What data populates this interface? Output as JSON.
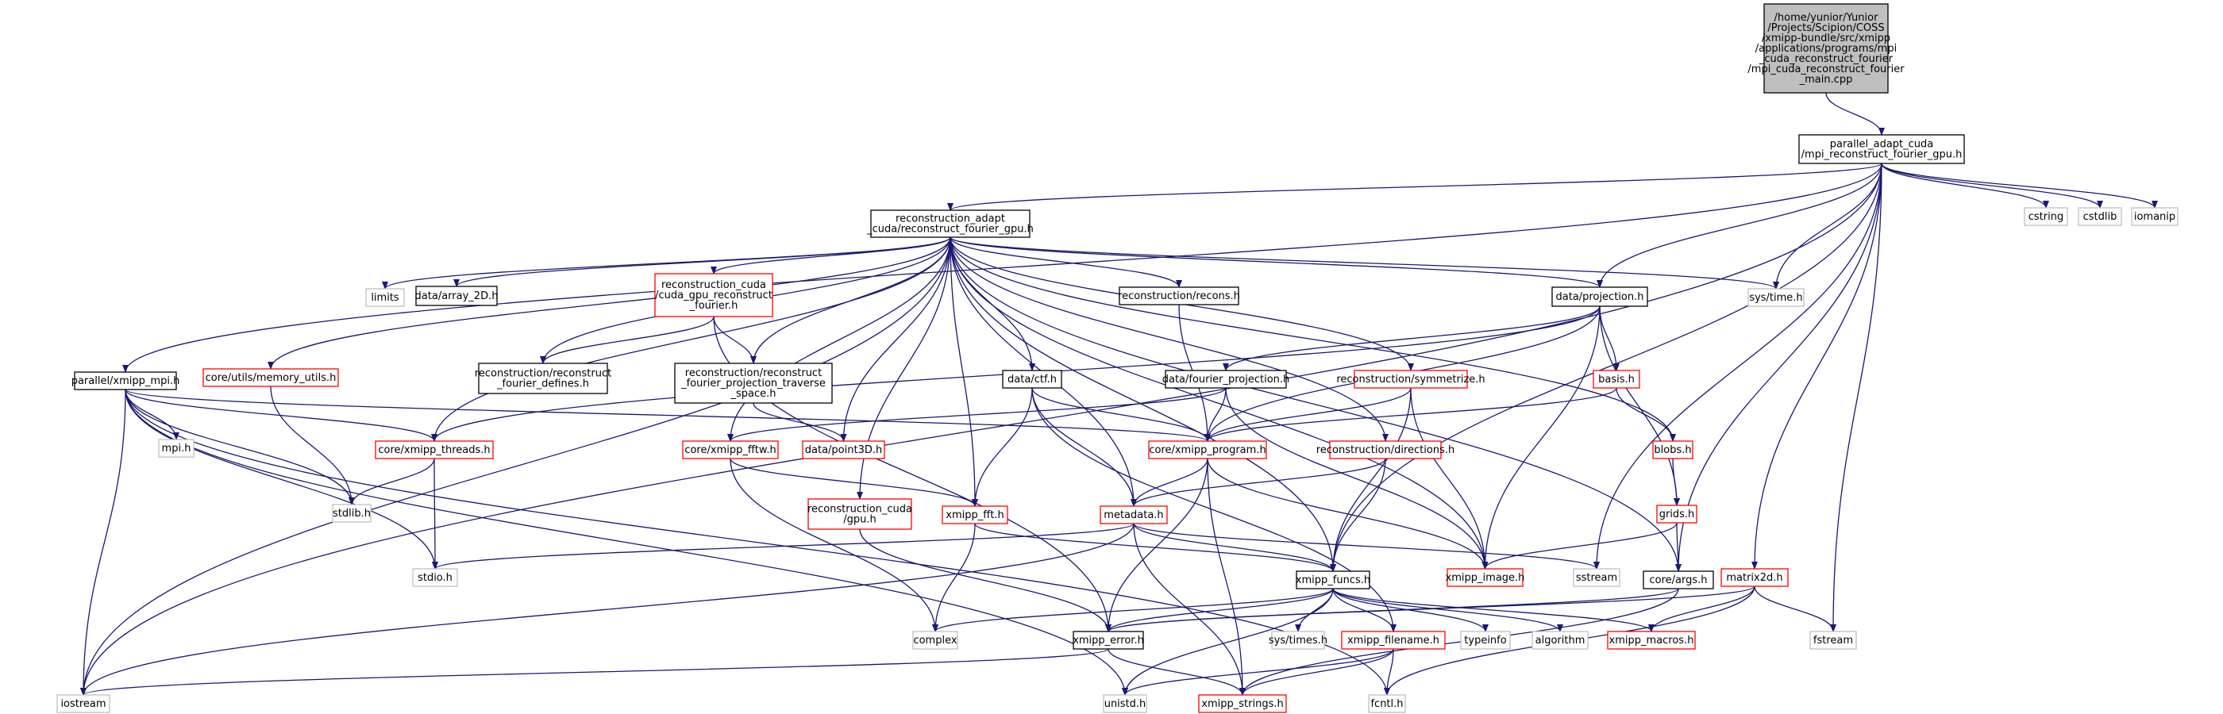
{
  "graph": {
    "colors": {
      "edge": "#191970",
      "root_fill": "#bfbfbf",
      "root_border": "#000000",
      "node_fill": "#ffffff",
      "documented_border": "#000000",
      "truncated_border": "#ff0000",
      "system_border": "#bfbfbf"
    },
    "nodes": [
      {
        "id": "main",
        "kind": "root",
        "lines": [
          "/home/yunior/Yunior",
          "/Projects/Scipion/COSS",
          "/xmipp-bundle/src/xmipp",
          "/applications/programs/mpi",
          "_cuda_reconstruct_fourier",
          "/mpi_cuda_reconstruct_fourier",
          "_main.cpp"
        ]
      },
      {
        "id": "parallel_adapt_cuda",
        "kind": "doc",
        "lines": [
          "parallel_adapt_cuda",
          "/mpi_reconstruct_fourier_gpu.h"
        ]
      },
      {
        "id": "reconstruction_adapt_cuda",
        "kind": "doc",
        "lines": [
          "reconstruction_adapt",
          "_cuda/reconstruct_fourier_gpu.h"
        ]
      },
      {
        "id": "cstring",
        "kind": "sys",
        "lines": [
          "cstring"
        ]
      },
      {
        "id": "cstdlib",
        "kind": "sys",
        "lines": [
          "cstdlib"
        ]
      },
      {
        "id": "iomanip",
        "kind": "sys",
        "lines": [
          "iomanip"
        ]
      },
      {
        "id": "limits",
        "kind": "sys",
        "lines": [
          "limits"
        ]
      },
      {
        "id": "array2d",
        "kind": "doc",
        "lines": [
          "data/array_2D.h"
        ]
      },
      {
        "id": "cuda_gpu_rf",
        "kind": "trunc",
        "lines": [
          "reconstruction_cuda",
          "/cuda_gpu_reconstruct",
          "_fourier.h"
        ]
      },
      {
        "id": "recons",
        "kind": "doc",
        "lines": [
          "reconstruction/recons.h"
        ]
      },
      {
        "id": "projection",
        "kind": "doc",
        "lines": [
          "data/projection.h"
        ]
      },
      {
        "id": "systime",
        "kind": "sys",
        "lines": [
          "sys/time.h"
        ]
      },
      {
        "id": "xmipp_mpi",
        "kind": "doc",
        "lines": [
          "parallel/xmipp_mpi.h"
        ]
      },
      {
        "id": "memory_utils",
        "kind": "trunc",
        "lines": [
          "core/utils/memory_utils.h"
        ]
      },
      {
        "id": "rf_defines",
        "kind": "doc",
        "lines": [
          "reconstruction/reconstruct",
          "_fourier_defines.h"
        ]
      },
      {
        "id": "rf_proj_traverse",
        "kind": "doc",
        "lines": [
          "reconstruction/reconstruct",
          "_fourier_projection_traverse",
          "_space.h"
        ]
      },
      {
        "id": "ctf",
        "kind": "doc",
        "lines": [
          "data/ctf.h"
        ]
      },
      {
        "id": "fourier_projection",
        "kind": "doc",
        "lines": [
          "data/fourier_projection.h"
        ]
      },
      {
        "id": "symmetrize",
        "kind": "trunc",
        "lines": [
          "reconstruction/symmetrize.h"
        ]
      },
      {
        "id": "basis",
        "kind": "trunc",
        "lines": [
          "basis.h"
        ]
      },
      {
        "id": "mpi",
        "kind": "sys",
        "lines": [
          "mpi.h"
        ]
      },
      {
        "id": "xmipp_threads",
        "kind": "trunc",
        "lines": [
          "core/xmipp_threads.h"
        ]
      },
      {
        "id": "xmipp_fftw",
        "kind": "trunc",
        "lines": [
          "core/xmipp_fftw.h"
        ]
      },
      {
        "id": "point3d",
        "kind": "trunc",
        "lines": [
          "data/point3D.h"
        ]
      },
      {
        "id": "xmipp_program",
        "kind": "trunc",
        "lines": [
          "core/xmipp_program.h"
        ]
      },
      {
        "id": "directions",
        "kind": "trunc",
        "lines": [
          "reconstruction/directions.h"
        ]
      },
      {
        "id": "blobs",
        "kind": "trunc",
        "lines": [
          "blobs.h"
        ]
      },
      {
        "id": "stdlib",
        "kind": "sys",
        "lines": [
          "stdlib.h"
        ]
      },
      {
        "id": "cuda_gpu",
        "kind": "trunc",
        "lines": [
          "reconstruction_cuda",
          "/gpu.h"
        ]
      },
      {
        "id": "xmipp_fft",
        "kind": "trunc",
        "lines": [
          "xmipp_fft.h"
        ]
      },
      {
        "id": "metadata",
        "kind": "trunc",
        "lines": [
          "metadata.h"
        ]
      },
      {
        "id": "grids",
        "kind": "trunc",
        "lines": [
          "grids.h"
        ]
      },
      {
        "id": "stdio",
        "kind": "sys",
        "lines": [
          "stdio.h"
        ]
      },
      {
        "id": "xmipp_image",
        "kind": "trunc",
        "lines": [
          "xmipp_image.h"
        ]
      },
      {
        "id": "sstream",
        "kind": "sys",
        "lines": [
          "sstream"
        ]
      },
      {
        "id": "xmipp_funcs",
        "kind": "doc",
        "lines": [
          "xmipp_funcs.h"
        ]
      },
      {
        "id": "core_args",
        "kind": "doc",
        "lines": [
          "core/args.h"
        ]
      },
      {
        "id": "matrix2d",
        "kind": "trunc",
        "lines": [
          "matrix2d.h"
        ]
      },
      {
        "id": "complex",
        "kind": "sys",
        "lines": [
          "complex"
        ]
      },
      {
        "id": "xmipp_error",
        "kind": "doc",
        "lines": [
          "xmipp_error.h"
        ]
      },
      {
        "id": "systimes",
        "kind": "sys",
        "lines": [
          "sys/times.h"
        ]
      },
      {
        "id": "xmipp_filename",
        "kind": "trunc",
        "lines": [
          "xmipp_filename.h"
        ]
      },
      {
        "id": "typeinfo",
        "kind": "sys",
        "lines": [
          "typeinfo"
        ]
      },
      {
        "id": "algorithm",
        "kind": "sys",
        "lines": [
          "algorithm"
        ]
      },
      {
        "id": "xmipp_macros",
        "kind": "trunc",
        "lines": [
          "xmipp_macros.h"
        ]
      },
      {
        "id": "fstream",
        "kind": "sys",
        "lines": [
          "fstream"
        ]
      },
      {
        "id": "iostream",
        "kind": "sys",
        "lines": [
          "iostream"
        ]
      },
      {
        "id": "unistd",
        "kind": "sys",
        "lines": [
          "unistd.h"
        ]
      },
      {
        "id": "xmipp_strings",
        "kind": "trunc",
        "lines": [
          "xmipp_strings.h"
        ]
      },
      {
        "id": "fcntl",
        "kind": "sys",
        "lines": [
          "fcntl.h"
        ]
      }
    ],
    "edges": [
      [
        "main",
        "parallel_adapt_cuda"
      ],
      [
        "parallel_adapt_cuda",
        "reconstruction_adapt_cuda"
      ],
      [
        "parallel_adapt_cuda",
        "cstring"
      ],
      [
        "parallel_adapt_cuda",
        "cstdlib"
      ],
      [
        "parallel_adapt_cuda",
        "iomanip"
      ],
      [
        "parallel_adapt_cuda",
        "systime"
      ],
      [
        "parallel_adapt_cuda",
        "projection"
      ],
      [
        "parallel_adapt_cuda",
        "xmipp_mpi"
      ],
      [
        "parallel_adapt_cuda",
        "iostream"
      ],
      [
        "parallel_adapt_cuda",
        "xmipp_funcs"
      ],
      [
        "parallel_adapt_cuda",
        "sstream"
      ],
      [
        "parallel_adapt_cuda",
        "core_args"
      ],
      [
        "parallel_adapt_cuda",
        "matrix2d"
      ],
      [
        "parallel_adapt_cuda",
        "fstream"
      ],
      [
        "reconstruction_adapt_cuda",
        "limits"
      ],
      [
        "reconstruction_adapt_cuda",
        "array2d"
      ],
      [
        "reconstruction_adapt_cuda",
        "cuda_gpu_rf"
      ],
      [
        "reconstruction_adapt_cuda",
        "recons"
      ],
      [
        "reconstruction_adapt_cuda",
        "projection"
      ],
      [
        "reconstruction_adapt_cuda",
        "systime"
      ],
      [
        "reconstruction_adapt_cuda",
        "memory_utils"
      ],
      [
        "reconstruction_adapt_cuda",
        "rf_defines"
      ],
      [
        "reconstruction_adapt_cuda",
        "rf_proj_traverse"
      ],
      [
        "reconstruction_adapt_cuda",
        "ctf"
      ],
      [
        "reconstruction_adapt_cuda",
        "symmetrize"
      ],
      [
        "reconstruction_adapt_cuda",
        "xmipp_threads"
      ],
      [
        "reconstruction_adapt_cuda",
        "xmipp_fftw"
      ],
      [
        "reconstruction_adapt_cuda",
        "point3d"
      ],
      [
        "reconstruction_adapt_cuda",
        "xmipp_fft"
      ],
      [
        "reconstruction_adapt_cuda",
        "metadata"
      ],
      [
        "reconstruction_adapt_cuda",
        "cuda_gpu"
      ],
      [
        "reconstruction_adapt_cuda",
        "directions"
      ],
      [
        "reconstruction_adapt_cuda",
        "blobs"
      ],
      [
        "reconstruction_adapt_cuda",
        "xmipp_image"
      ],
      [
        "reconstruction_adapt_cuda",
        "xmipp_funcs"
      ],
      [
        "reconstruction_adapt_cuda",
        "core_args"
      ],
      [
        "reconstruction_adapt_cuda",
        "iostream"
      ],
      [
        "cuda_gpu_rf",
        "rf_defines"
      ],
      [
        "cuda_gpu_rf",
        "rf_proj_traverse"
      ],
      [
        "cuda_gpu_rf",
        "xmipp_error"
      ],
      [
        "rf_proj_traverse",
        "point3d"
      ],
      [
        "recons",
        "xmipp_program"
      ],
      [
        "projection",
        "fourier_projection"
      ],
      [
        "projection",
        "xmipp_program"
      ],
      [
        "projection",
        "basis"
      ],
      [
        "projection",
        "grids"
      ],
      [
        "projection",
        "xmipp_threads"
      ],
      [
        "projection",
        "xmipp_image"
      ],
      [
        "fourier_projection",
        "xmipp_fftw"
      ],
      [
        "fourier_projection",
        "xmipp_program"
      ],
      [
        "fourier_projection",
        "xmipp_image"
      ],
      [
        "symmetrize",
        "xmipp_program"
      ],
      [
        "symmetrize",
        "xmipp_funcs"
      ],
      [
        "symmetrize",
        "xmipp_image"
      ],
      [
        "basis",
        "blobs"
      ],
      [
        "basis",
        "xmipp_program"
      ],
      [
        "blobs",
        "grids"
      ],
      [
        "grids",
        "xmipp_image"
      ],
      [
        "grids",
        "core_args"
      ],
      [
        "ctf",
        "xmipp_fft"
      ],
      [
        "ctf",
        "metadata"
      ],
      [
        "ctf",
        "xmipp_program"
      ],
      [
        "ctf",
        "xmipp_filename"
      ],
      [
        "directions",
        "metadata"
      ],
      [
        "directions",
        "xmipp_funcs"
      ],
      [
        "xmipp_mpi",
        "mpi"
      ],
      [
        "xmipp_mpi",
        "xmipp_threads"
      ],
      [
        "xmipp_mpi",
        "stdlib"
      ],
      [
        "xmipp_mpi",
        "stdio"
      ],
      [
        "xmipp_mpi",
        "xmipp_program"
      ],
      [
        "xmipp_mpi",
        "iostream"
      ],
      [
        "xmipp_mpi",
        "unistd"
      ],
      [
        "xmipp_mpi",
        "fcntl"
      ],
      [
        "memory_utils",
        "stdlib"
      ],
      [
        "xmipp_threads",
        "stdlib"
      ],
      [
        "xmipp_threads",
        "stdio"
      ],
      [
        "xmipp_fftw",
        "xmipp_fft"
      ],
      [
        "xmipp_fftw",
        "complex"
      ],
      [
        "xmipp_fft",
        "complex"
      ],
      [
        "xmipp_fft",
        "xmipp_funcs"
      ],
      [
        "xmipp_program",
        "metadata"
      ],
      [
        "xmipp_program",
        "xmipp_error"
      ],
      [
        "xmipp_program",
        "xmipp_image"
      ],
      [
        "xmipp_program",
        "xmipp_strings"
      ],
      [
        "cuda_gpu",
        "xmipp_error"
      ],
      [
        "metadata",
        "stdio"
      ],
      [
        "metadata",
        "xmipp_funcs"
      ],
      [
        "metadata",
        "sstream"
      ],
      [
        "metadata",
        "iostream"
      ],
      [
        "metadata",
        "xmipp_strings"
      ],
      [
        "xmipp_funcs",
        "complex"
      ],
      [
        "xmipp_funcs",
        "xmipp_error"
      ],
      [
        "xmipp_funcs",
        "systimes"
      ],
      [
        "xmipp_funcs",
        "xmipp_filename"
      ],
      [
        "xmipp_funcs",
        "typeinfo"
      ],
      [
        "xmipp_funcs",
        "algorithm"
      ],
      [
        "xmipp_funcs",
        "xmipp_macros"
      ],
      [
        "xmipp_funcs",
        "unistd"
      ],
      [
        "core_args",
        "xmipp_error"
      ],
      [
        "core_args",
        "xmipp_strings"
      ],
      [
        "matrix2d",
        "xmipp_error"
      ],
      [
        "matrix2d",
        "xmipp_macros"
      ],
      [
        "matrix2d",
        "fstream"
      ],
      [
        "matrix2d",
        "fcntl"
      ],
      [
        "xmipp_error",
        "iostream"
      ],
      [
        "xmipp_error",
        "xmipp_strings"
      ],
      [
        "xmipp_filename",
        "xmipp_strings"
      ],
      [
        "xmipp_filename",
        "unistd"
      ],
      [
        "xmipp_filename",
        "fcntl"
      ]
    ]
  }
}
